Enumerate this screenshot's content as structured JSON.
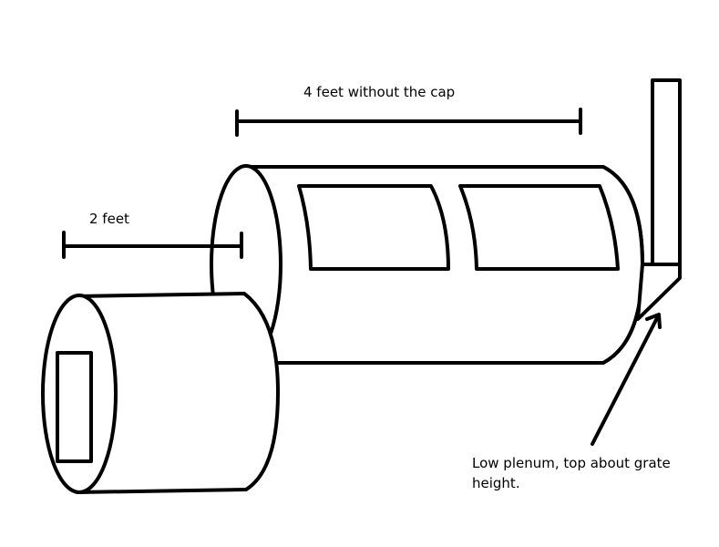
{
  "labels": {
    "length_large": "4 feet without the cap",
    "length_small": "2 feet",
    "plenum_line1": "Low plenum, top about grate",
    "plenum_line2": "height."
  }
}
